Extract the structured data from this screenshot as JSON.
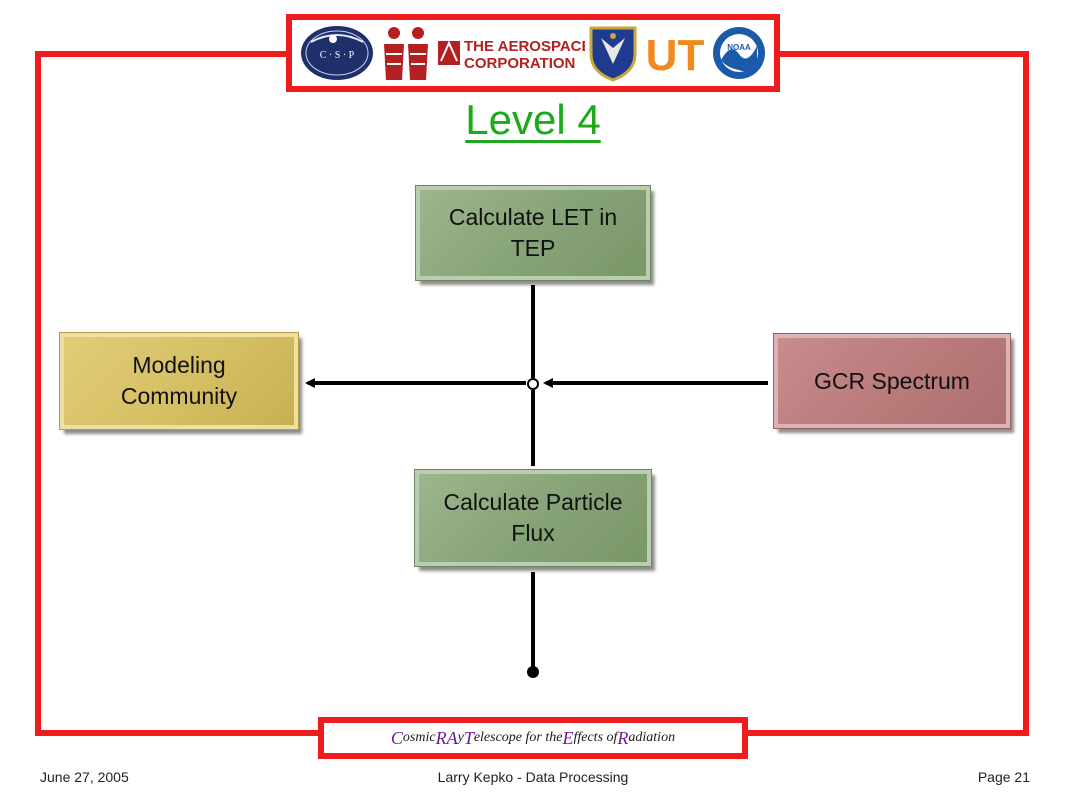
{
  "logos": [
    {
      "icon": "csp-logo-icon",
      "text": "C · S · P"
    },
    {
      "icon": "two-figures-logo-icon"
    },
    {
      "icon": "aerospace-logo-icon",
      "line1": "THE AEROSPACE",
      "line2": "CORPORATION"
    },
    {
      "icon": "air-force-shield-logo-icon"
    },
    {
      "icon": "ut-logo-icon",
      "text": "UT"
    },
    {
      "icon": "noaa-logo-icon",
      "text": "NOAA"
    }
  ],
  "title": "Level 4",
  "boxes": {
    "let": "Calculate LET in\nTEP",
    "modeling": "Modeling\nCommunity",
    "gcr": "GCR Spectrum",
    "flux": "Calculate Particle\nFlux"
  },
  "colors": {
    "frame": "#ee1c1c",
    "title": "#1aaa1a",
    "box_green": "#86a277",
    "box_yellow": "#d5bf63",
    "box_red": "#b97a7a"
  },
  "tagline": [
    {
      "cap": "C",
      "rest": "osmic "
    },
    {
      "cap": "RA",
      "rest": "y "
    },
    {
      "cap": "T",
      "rest": "elescope for the "
    },
    {
      "cap": "E",
      "rest": "ffects of "
    },
    {
      "cap": "R",
      "rest": "adiation"
    }
  ],
  "footer": {
    "date": "June 27, 2005",
    "center": "Larry Kepko - Data Processing",
    "page": "Page 21"
  }
}
